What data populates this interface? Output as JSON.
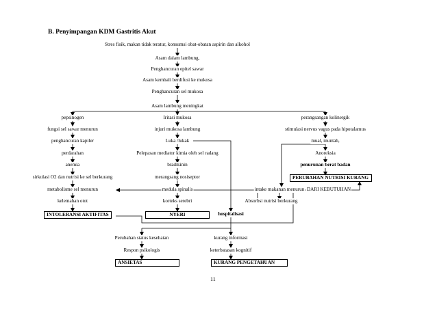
{
  "title_num": "B.",
  "title": "Penyimpangan KDM Gastritis Akut",
  "page_number": "11",
  "center": [
    "Stres fisik, makan tidak teratur, konsumsi obat-obatan aspirin dan alkohol",
    "Asam dalam lambung,",
    "Penghancuran epitel sawar",
    "Asam kembali berdifusi ke mukosa",
    "Penghancuran sel mukosa",
    "Asam lambung meningkat"
  ],
  "left": [
    "pepsinogen",
    "fungsi sel sawar menurun",
    "penghancuran kapiler",
    "perdarahan",
    "anemia",
    "sirkulasi O2 dan nutrisi ke sel berkurang",
    "metabolisme sel menurun",
    "kelemahan otot"
  ],
  "middle": [
    "Iritasi mukosa",
    "injuri mukosa lambung",
    "Luka /lukak",
    "Pelepasan mediator kimia oleh sel radang",
    "bradikinin",
    "merangsang nosiseptor",
    "medula spinalis",
    "korteks serebri"
  ],
  "right": [
    "perangsangan kolinergik",
    "stimulasi nervus vagus pada hipotalamus",
    "mual, muntah,",
    "Anoreksia",
    "penurunan berat badan"
  ],
  "intake": "intake makanan menurun",
  "absorbsi": "Absorbsi nutrisi berkurang",
  "hospital": "hospitalisasi",
  "perubahan_status": "Perubahan status kesehatan",
  "respon": "Respon psikologis",
  "kurang_info": "kurang informasi",
  "keterbatasan": "keterbatasan kognitif",
  "dx": {
    "intoleransi": "INTOLERANSI AKTIFITAS",
    "nyeri": "NYERI",
    "nutrisi_1": "PERUBAHAN NUTRISI KURANG",
    "nutrisi_2": "DARI KEBUTUHAN",
    "ansietas": "ANSIETAS",
    "pengetahuan": "KURANG PENGETAHUAN"
  }
}
